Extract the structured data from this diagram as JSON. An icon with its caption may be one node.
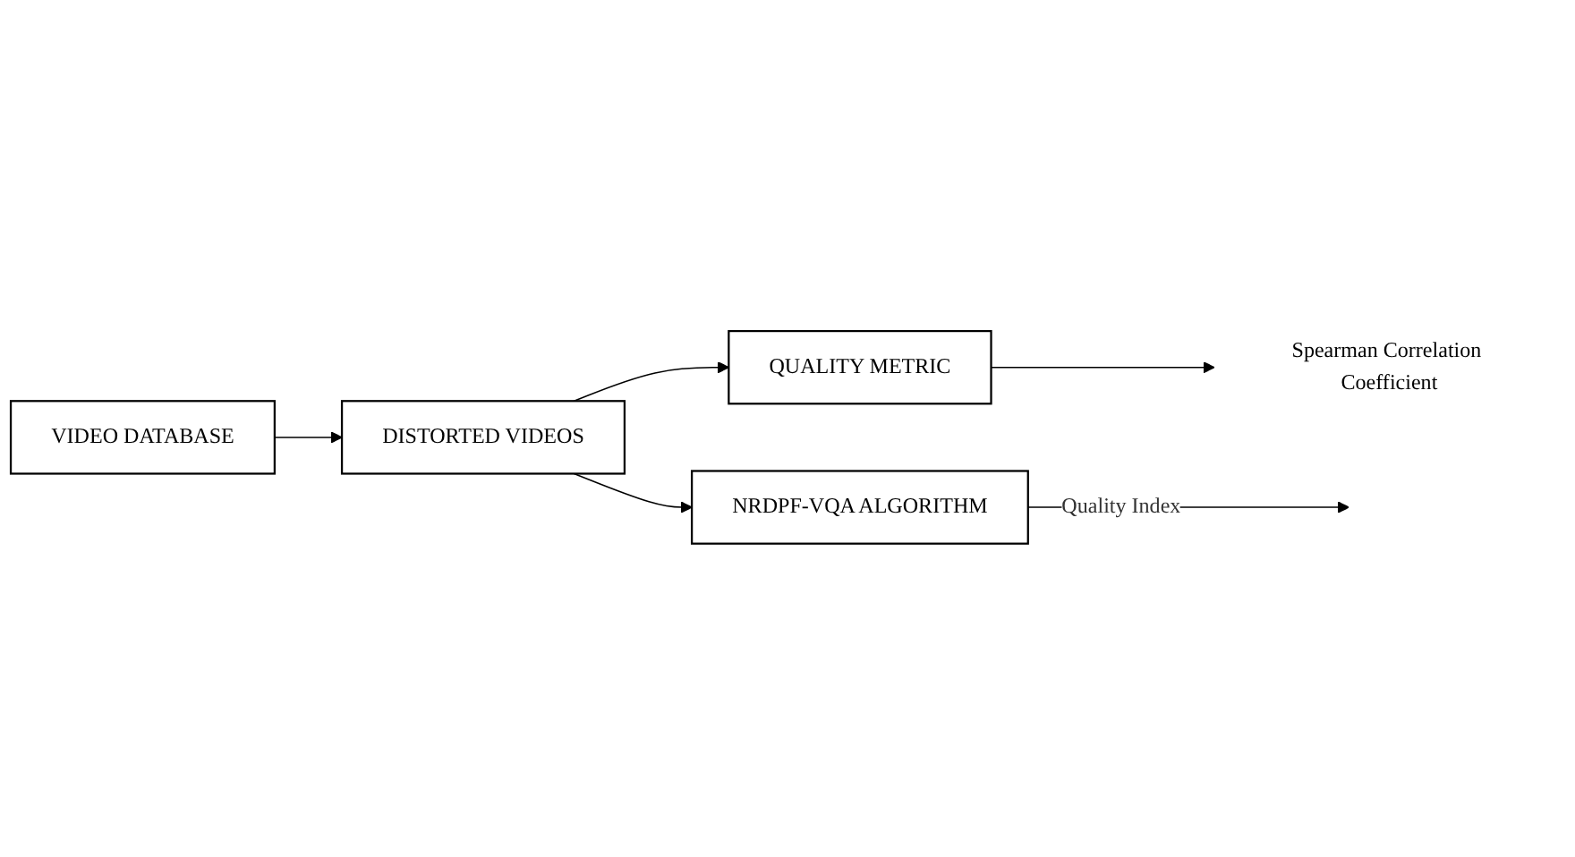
{
  "diagram": {
    "nodes": [
      {
        "text": [
          "VIDEO DATABASE"
        ]
      },
      {
        "text": [
          "DISTORTED VIDEOS"
        ]
      },
      {
        "text": [
          "QUALITY METRIC"
        ]
      },
      {
        "text": [
          "NRDPF-VQA ALGORITHM"
        ]
      },
      {
        "text": [
          "Spearman Correlation Coefficient"
        ]
      }
    ],
    "edges": [
      {
        "from": 0,
        "to": 1,
        "arrow": "to"
      },
      {
        "from": 1,
        "to": 2,
        "arrow": "to"
      },
      {
        "from": 1,
        "to": 3,
        "arrow": "to"
      },
      {
        "from": 2,
        "to": 4,
        "arrow": "to"
      },
      {
        "from": 3,
        "to": null,
        "label": "Quality Index",
        "arrow": "to"
      }
    ]
  }
}
